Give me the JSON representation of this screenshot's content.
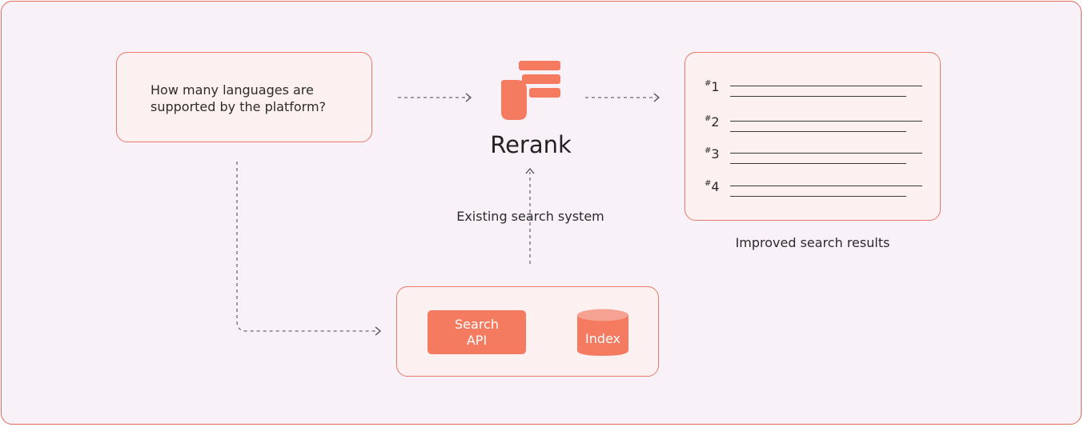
{
  "query": {
    "text": "How many languages are supported by the platform?"
  },
  "rerank": {
    "label": "Rerank",
    "icon": "rerank-logo-icon"
  },
  "existing_system": {
    "label": "Existing search system",
    "search_api_label": "Search API",
    "index_label": "Index"
  },
  "results": {
    "caption": "Improved search results",
    "ranks": [
      "1",
      "2",
      "3",
      "4"
    ]
  },
  "colors": {
    "accent": "#f47a60",
    "border": "#e8796b",
    "card_bg": "#fdf0f0",
    "canvas_bg": "#f8f1f7"
  }
}
